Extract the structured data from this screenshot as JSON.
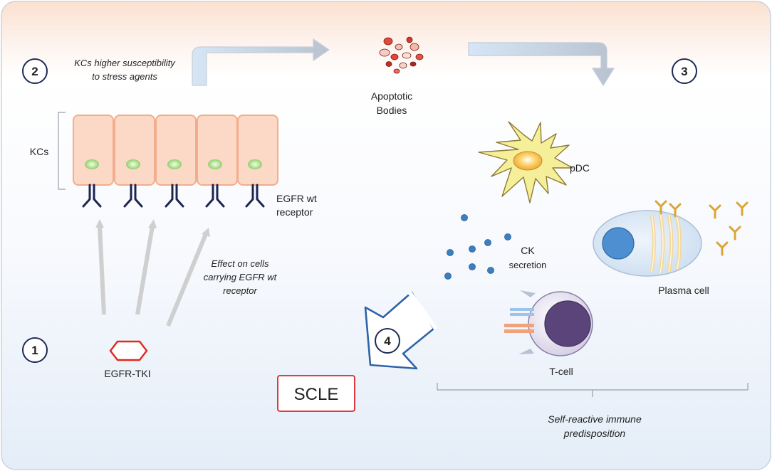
{
  "steps": {
    "one": "1",
    "two": "2",
    "three": "3",
    "four": "4"
  },
  "labels": {
    "kcs_note_line1": "KCs higher susceptibility",
    "kcs_note_line2": "to stress agents",
    "apoptotic_line1": "Apoptotic",
    "apoptotic_line2": "Bodies",
    "kcs": "KCs",
    "egfr_wt_line1": "EGFR wt",
    "egfr_wt_line2": "receptor",
    "effect_line1": "Effect on cells",
    "effect_line2": "carrying EGFR wt",
    "effect_line3": "receptor",
    "egfr_tki": "EGFR-TKI",
    "pdc": "pDC",
    "ck_line1": "CK",
    "ck_line2": "secretion",
    "plasma_cell": "Plasma cell",
    "t_cell": "T-cell",
    "scle": "SCLE",
    "self_reactive_line1": "Self-reactive immune",
    "self_reactive_line2": "predisposition"
  },
  "colors": {
    "header_band": "#fbe0d0",
    "background_bottom": "#e6eef8",
    "kc_cell_fill": "#fbd9c6",
    "kc_cell_stroke": "#f3b08f",
    "nucleus": "#9fd77a",
    "receptor": "#1c2450",
    "tki_hexagon": "#e0281c",
    "scle_border": "#d9262b",
    "step4_arrow": "#2d64a8",
    "pdc_fill": "#f6ef9a",
    "ck_dot": "#3b7fc2",
    "plasma_nucleus": "#4d8fd0",
    "tcell_nucleus": "#5b4479",
    "antibody": "#d9a635"
  }
}
